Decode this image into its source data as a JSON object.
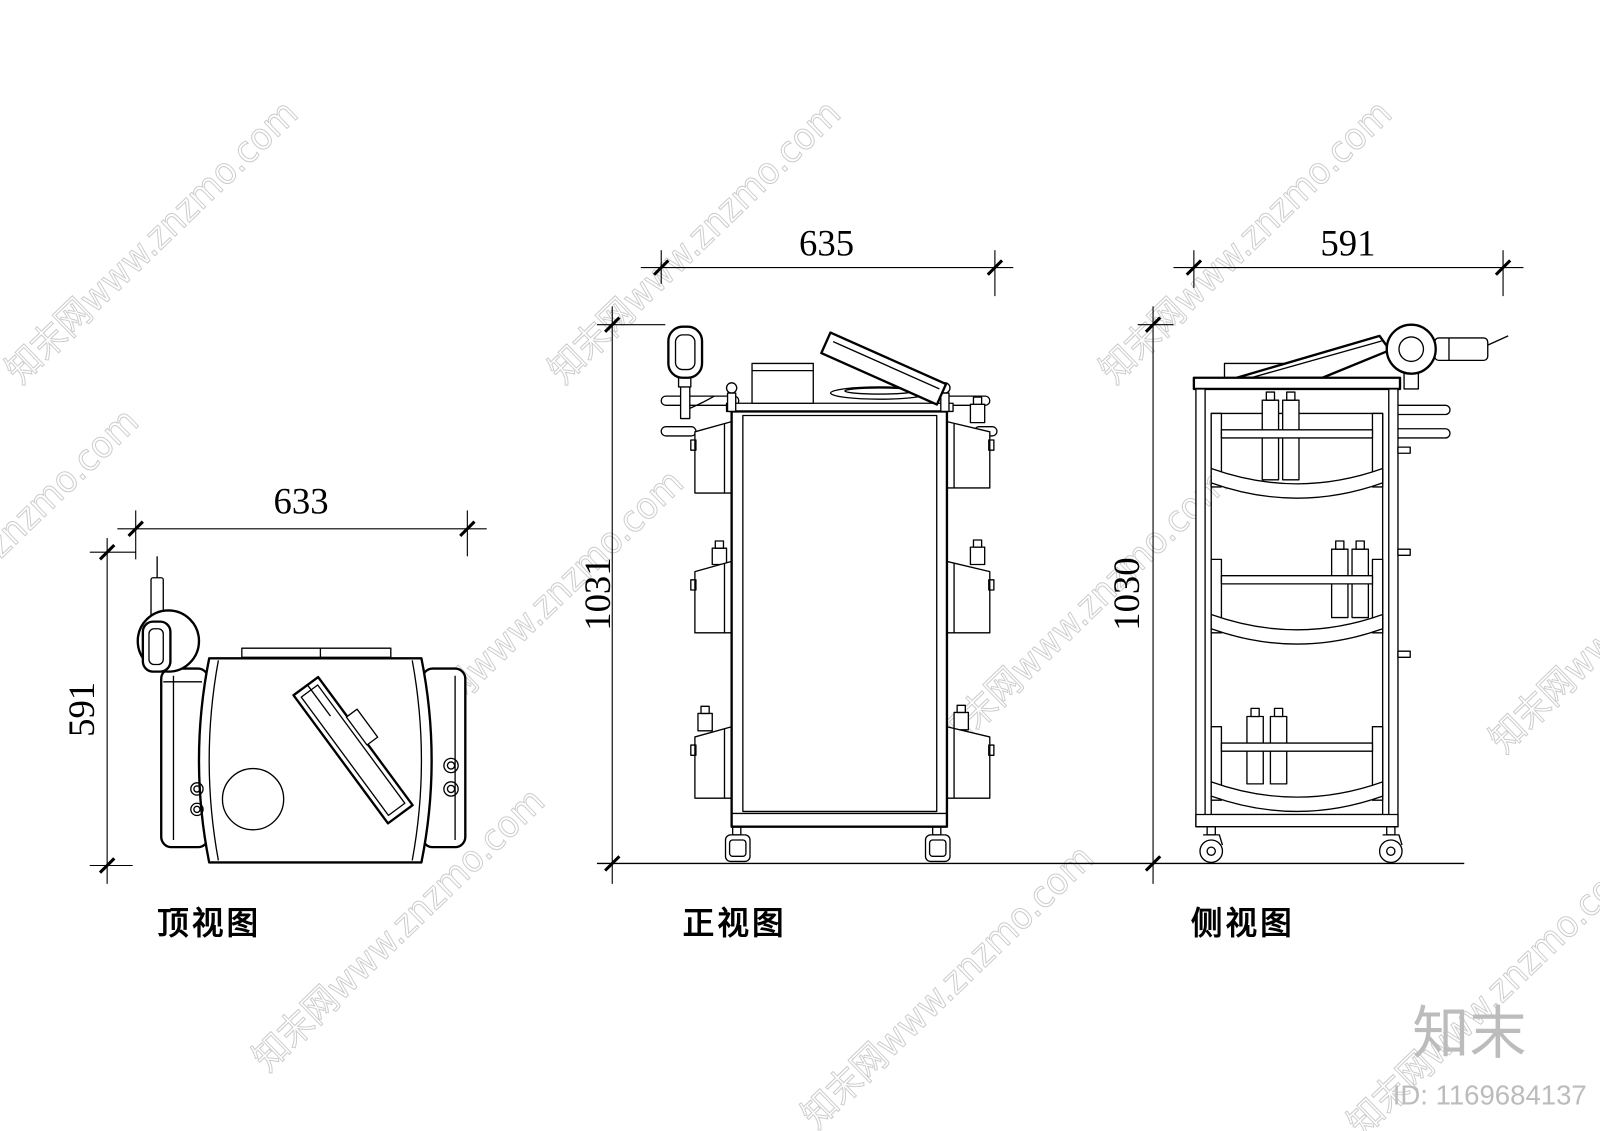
{
  "top_view": {
    "title": "顶视图",
    "width_dim": "633",
    "depth_dim": "591"
  },
  "front_view": {
    "title": "正视图",
    "width_dim": "635",
    "height_dim": "1031"
  },
  "side_view": {
    "title": "侧视图",
    "width_dim": "591",
    "height_dim": "1030"
  },
  "watermark": {
    "text": "知末网www.znzmo.com"
  },
  "brand": {
    "logo_text": "知末",
    "id_text": "ID: 1169684137"
  },
  "colors": {
    "line": "#000000",
    "watermark": "#cccccc",
    "logo": "#bcbcbc",
    "background": "#ffffff"
  }
}
